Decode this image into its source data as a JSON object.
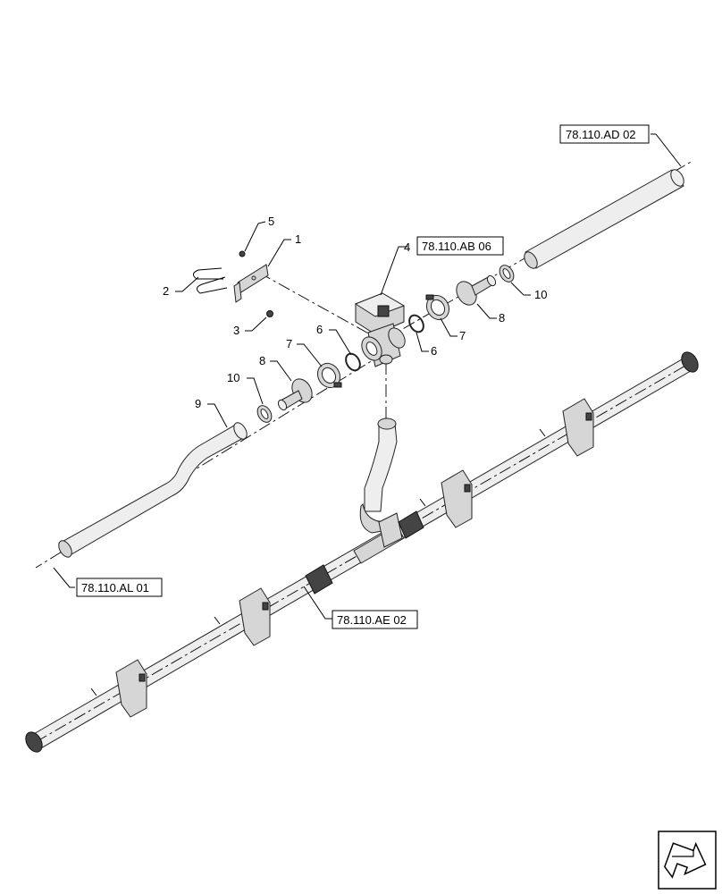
{
  "callouts": {
    "c1": "1",
    "c2": "2",
    "c3": "3",
    "c4": "4",
    "c5": "5",
    "c6a": "6",
    "c6b": "6",
    "c7a": "7",
    "c7b": "7",
    "c8a": "8",
    "c8b": "8",
    "c9": "9",
    "c10a": "10",
    "c10b": "10"
  },
  "references": {
    "ref_ad": "78.110.AD 02",
    "ref_ab": "78.110.AB 06",
    "ref_al": "78.110.AL 01",
    "ref_ae": "78.110.AE 02"
  },
  "icons": {
    "nav": "next-page-arrow-icon"
  }
}
